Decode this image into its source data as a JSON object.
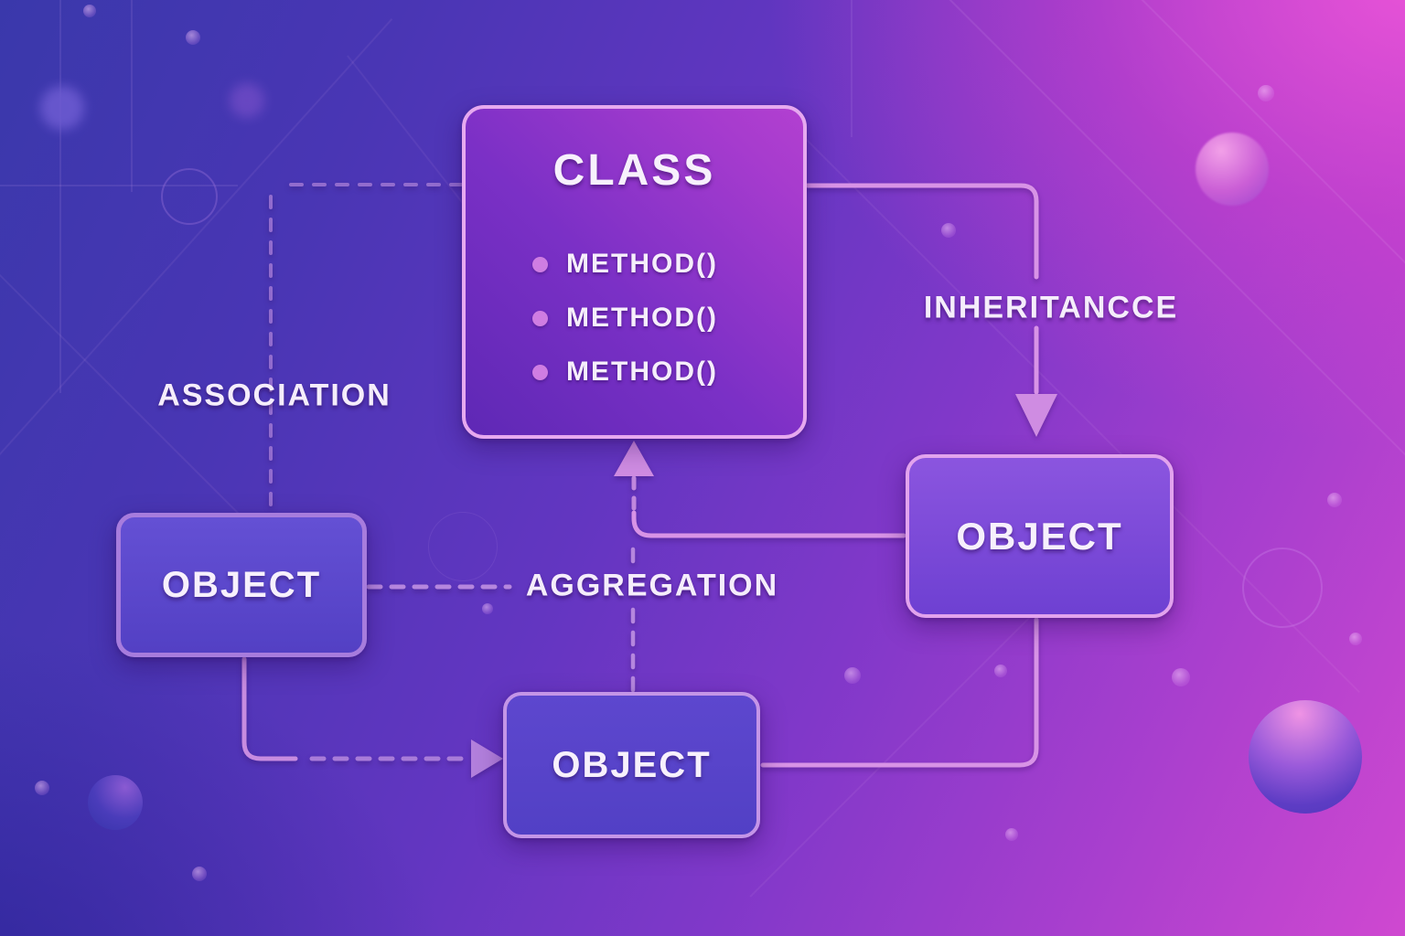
{
  "diagram": {
    "class_box": {
      "title": "CLASS",
      "methods": [
        "METHOD()",
        "METHOD()",
        "METHOD()"
      ]
    },
    "objects": {
      "left": "OBJECT",
      "bottom": "OBJECT",
      "right": "OBJECT"
    },
    "relationships": {
      "association": "ASSOCIATION",
      "aggregation": "AGGREGATION",
      "inheritance": "INHERITANCCE"
    },
    "colors": {
      "background_bottom_left": "#3a38ab",
      "background_top_right": "#e050d3",
      "class_box_fill_start": "#5e28b5",
      "class_box_fill_end": "#b240d0",
      "class_box_border": "#e6a9ef",
      "object_box_fill": "#5c47cd",
      "object_right_fill": "#8b55df",
      "object_border_violet": "#a77cdd",
      "object_border_pink": "#e2a3ed",
      "solid_line": "#d893e6",
      "dashed_line": "#a97cd9",
      "arrowhead": "#cf8ce2",
      "bullet": "#cf7de2",
      "text": "#f7f0fc"
    }
  }
}
